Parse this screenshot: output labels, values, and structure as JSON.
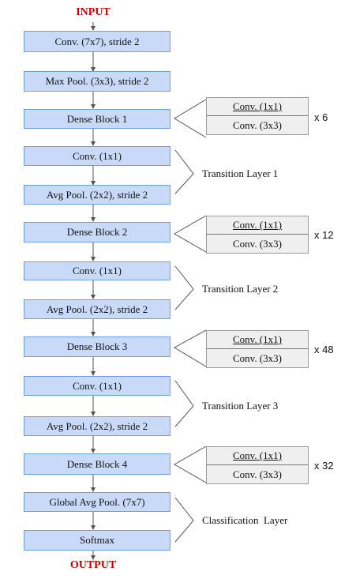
{
  "input_label": "INPUT",
  "output_label": "OUTPUT",
  "layers": [
    "Conv. (7x7), stride 2",
    "Max Pool. (3x3), stride 2",
    "Dense Block 1",
    "Conv. (1x1)",
    "Avg Pool. (2x2), stride 2",
    "Dense Block 2",
    "Conv. (1x1)",
    "Avg Pool. (2x2), stride 2",
    "Dense Block 3",
    "Conv. (1x1)",
    "Avg Pool. (2x2), stride 2",
    "Dense Block 4",
    "Global Avg Pool. (7x7)",
    "Softmax"
  ],
  "dense_blocks": [
    {
      "top": "Conv. (1x1)",
      "bottom": "Conv. (3x3)",
      "repeat": "x 6"
    },
    {
      "top": "Conv. (1x1)",
      "bottom": "Conv. (3x3)",
      "repeat": "x 12"
    },
    {
      "top": "Conv. (1x1)",
      "bottom": "Conv. (3x3)",
      "repeat": "x 48"
    },
    {
      "top": "Conv. (1x1)",
      "bottom": "Conv. (3x3)",
      "repeat": "x 32"
    }
  ],
  "groups": [
    "Transition Layer 1",
    "Transition Layer 2",
    "Transition Layer 3",
    "Classification  Layer"
  ],
  "colors": {
    "layer_fill": "#c9daf8",
    "layer_border": "#6d9eeb",
    "detail_fill": "#efefef",
    "io_text": "#cc0000",
    "connector": "#555555"
  }
}
